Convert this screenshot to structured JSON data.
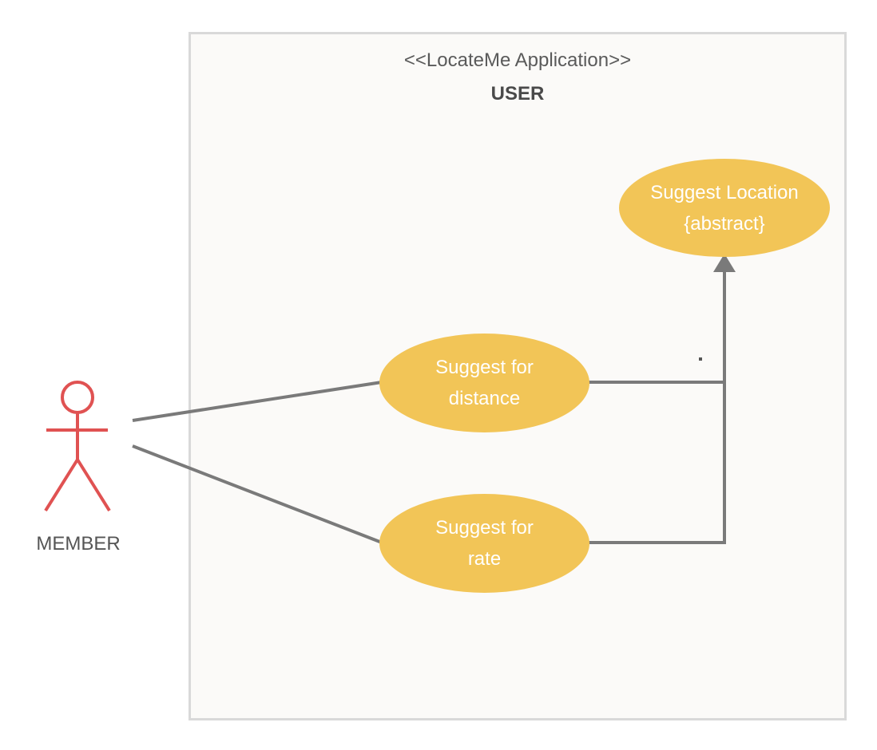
{
  "system": {
    "stereotype": "<<LocateMe Application>>",
    "name": "USER"
  },
  "actor": {
    "name": "MEMBER",
    "color": "#e05252"
  },
  "use_cases": {
    "suggest_location": {
      "line1": "Suggest Location",
      "line2": "{abstract}"
    },
    "suggest_distance": {
      "line1": "Suggest for",
      "line2": "distance"
    },
    "suggest_rate": {
      "line1": "Suggest for",
      "line2": "rate"
    }
  },
  "colors": {
    "use_case_fill": "#f2c557",
    "connector": "#7a7a7a",
    "boundary_border": "#d9d9d9",
    "boundary_fill": "#fbfaf8"
  }
}
